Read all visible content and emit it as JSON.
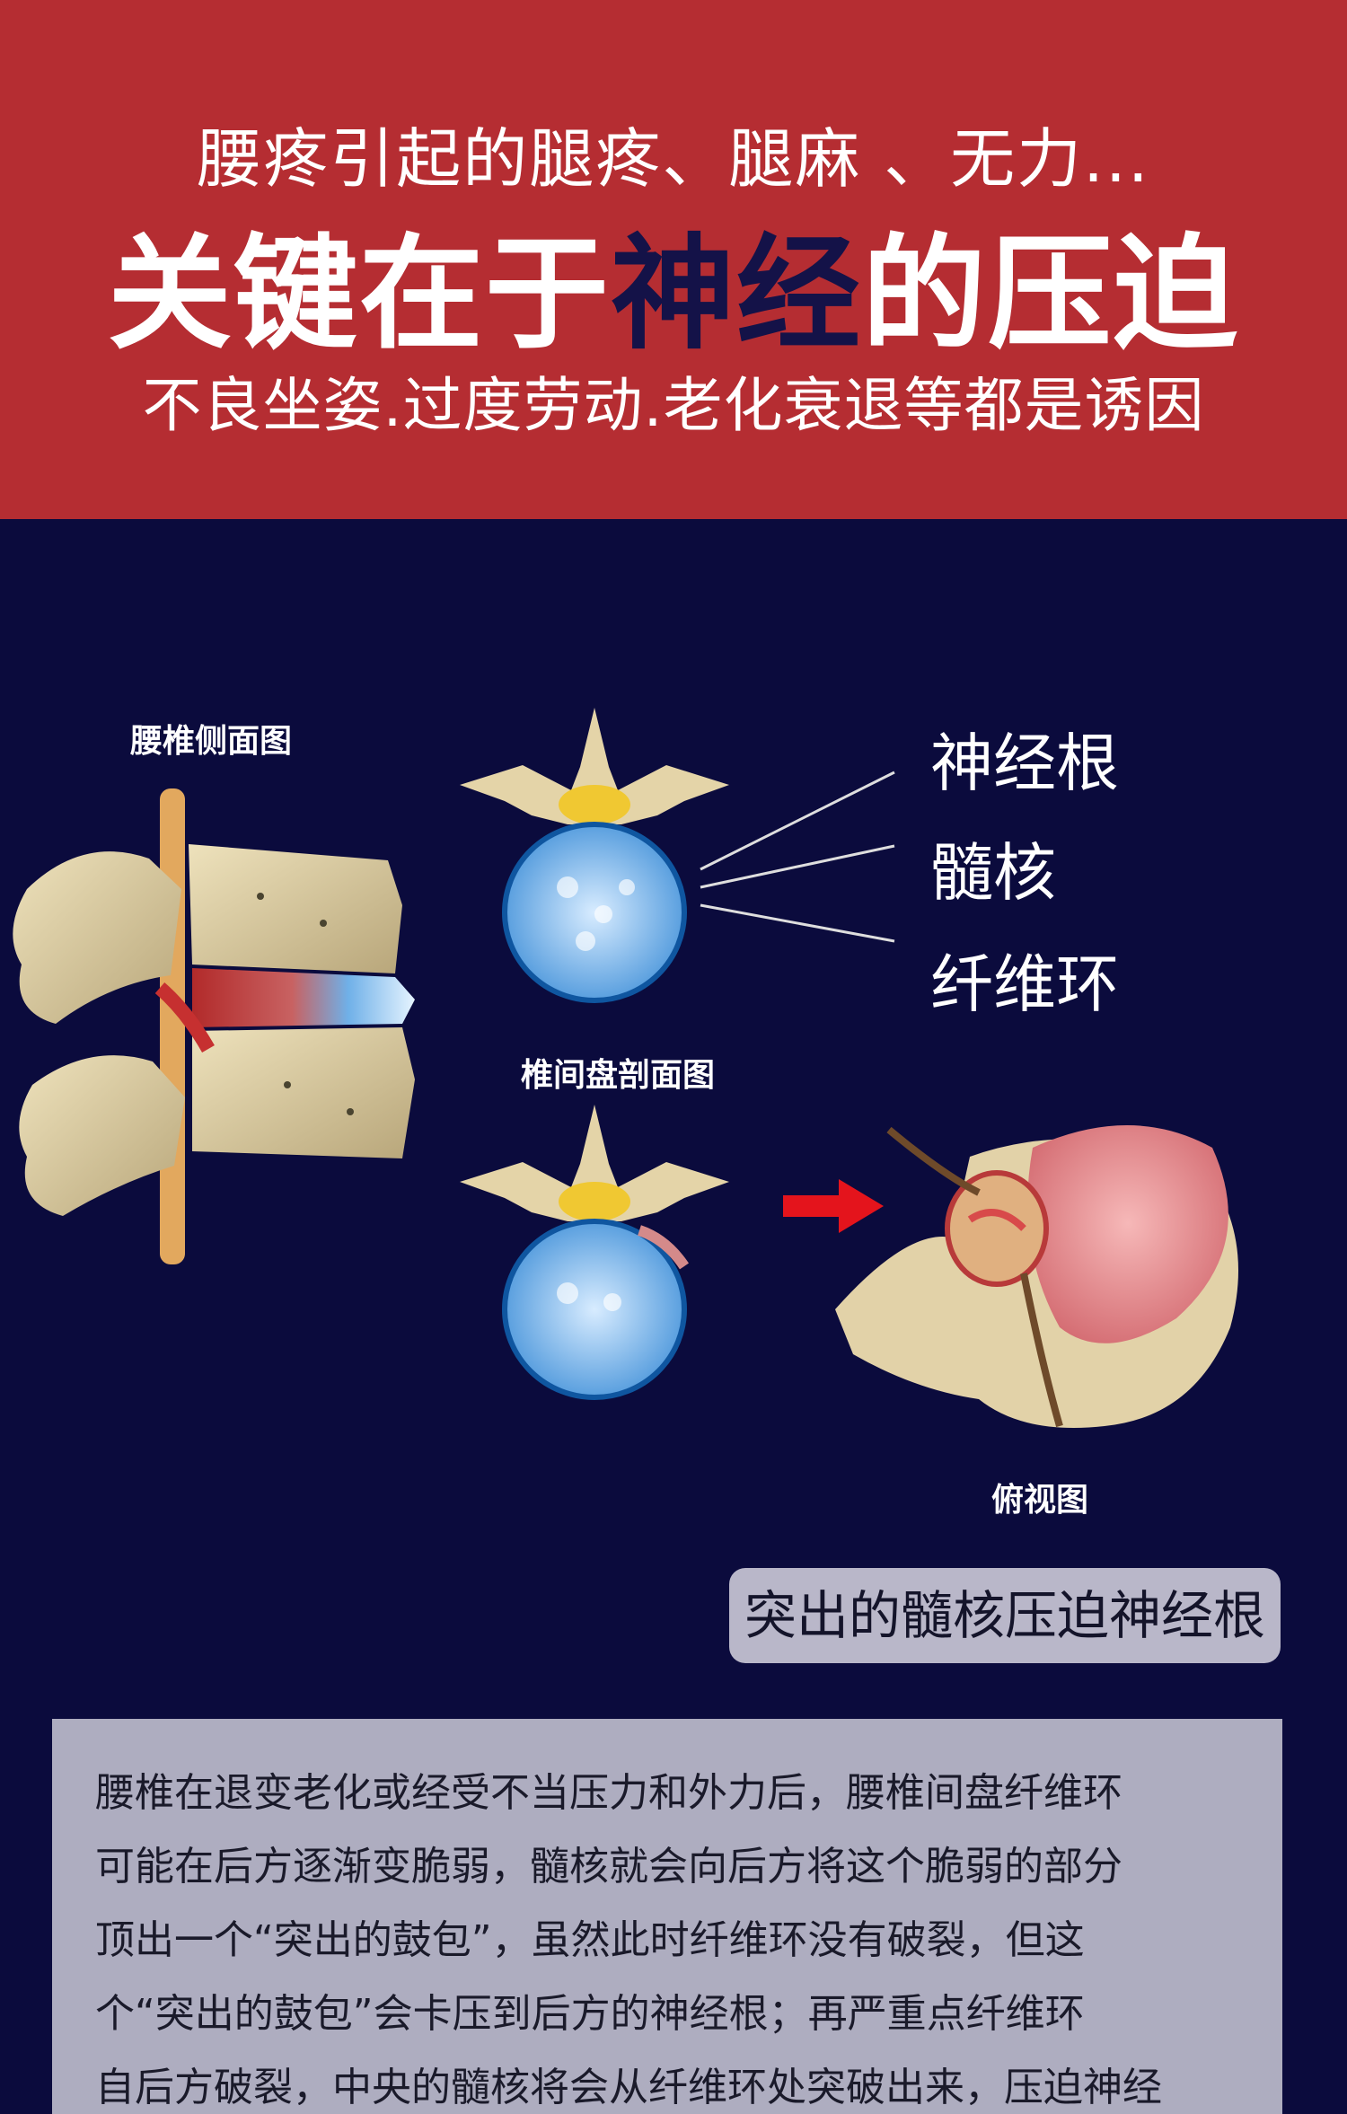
{
  "header": {
    "subtitle_top": "腰疼引起的腿疼、腿麻 、无力...",
    "headline_pre": "关键在于",
    "headline_highlight": "神经",
    "headline_post": "的压迫",
    "subtitle_bottom": "不良坐姿.过度劳动.老化衰退等都是诱因"
  },
  "diagram": {
    "lumbar_side_caption": "腰椎侧面图",
    "disc_cross_caption": "椎间盘剖面图",
    "top_view_caption": "俯视图",
    "labels": {
      "nerve_root": "神经根",
      "nucleus": "髓核",
      "annulus": "纤维环"
    },
    "callout": "突出的髓核压迫神经根"
  },
  "body_text": {
    "lines": [
      "腰椎在退变老化或经受不当压力和外力后，腰椎间盘纤维环",
      "可能在后方逐渐变脆弱，髓核就会向后方将这个脆弱的部分",
      "顶出一个“突出的鼓包”，虽然此时纤维环没有破裂，但这",
      "个“突出的鼓包”会卡压到后方的神经根；再严重点纤维环",
      "自后方破裂，中央的髓核将会从纤维环处突破出来，压迫神经"
    ]
  },
  "colors": {
    "header_bg": "#b52d32",
    "main_bg": "#0b0b3d",
    "highlight_text": "#141248",
    "callout_bg": "#b9b7c9",
    "body_box_bg": "#aeadc0",
    "arrow_red": "#e4141c"
  }
}
